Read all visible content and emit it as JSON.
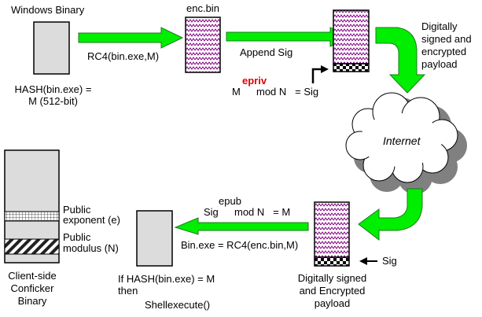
{
  "colors": {
    "arrow_fill": "#00ee00",
    "arrow_stroke": "#1a7a1a",
    "box_gray": "#dcdcdc",
    "wave_purple": "#800080",
    "priv_key_red": "#e00000",
    "cloud_shadow": "#808080"
  },
  "top": {
    "windows_binary_label": "Windows  Binary",
    "hash_line1": "HASH(bin.exe) =",
    "hash_line2": "M (512-bit)",
    "rc4_label": "RC4(bin.exe,M)",
    "enc_bin_label": "enc.bin",
    "append_sig_label": "Append Sig",
    "sig_formula": {
      "base": "M",
      "exponent": "epriv",
      "rest": "mod N   = Sig"
    },
    "payload_line1": "Digitally",
    "payload_line2": "signed and",
    "payload_line3": "encrypted",
    "payload_line4": "payload"
  },
  "cloud": {
    "label": "Internet"
  },
  "bottom": {
    "signed_payload_line1": "Digitally signed",
    "signed_payload_line2": "and Encrypted",
    "signed_payload_line3": "payload",
    "sig_pointer_label": "Sig",
    "verify_formula": {
      "base": "Sig",
      "exponent": "epub",
      "rest": "mod N   = M"
    },
    "decrypt_label": "Bin.exe = RC4(enc.bin,M)",
    "check_line1": "If HASH(bin.exe) = M",
    "check_line2": "then",
    "check_line3": "Shellexecute()",
    "public_exponent_line1": "Public",
    "public_exponent_line2": "exponent (e)",
    "public_modulus_line1": "Public",
    "public_modulus_line2": "modulus (N)",
    "client_line1": "Client-side",
    "client_line2": "Conficker",
    "client_line3": "Binary"
  }
}
